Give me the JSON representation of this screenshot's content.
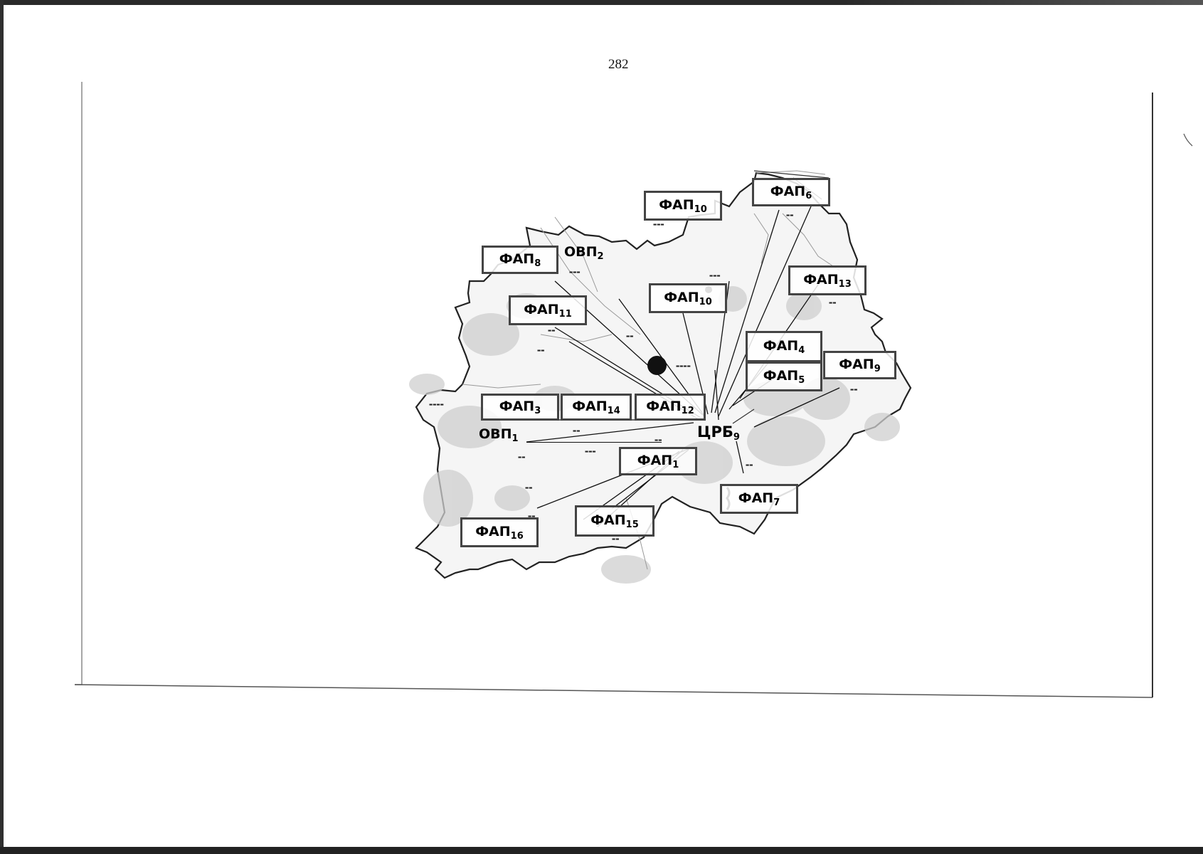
{
  "page_number": "282",
  "center": {
    "base": "ЦРБ",
    "sub": "9"
  },
  "facilities": [
    {
      "id": "fap10_top",
      "base": "ФАП",
      "sub": "10"
    },
    {
      "id": "fap6",
      "base": "ФАП",
      "sub": "6"
    },
    {
      "id": "fap8",
      "base": "ФАП",
      "sub": "8"
    },
    {
      "id": "fap13",
      "base": "ФАП",
      "sub": "13"
    },
    {
      "id": "fap10_mid",
      "base": "ФАП",
      "sub": "10"
    },
    {
      "id": "fap11",
      "base": "ФАП",
      "sub": "11"
    },
    {
      "id": "fap4",
      "base": "ФАП",
      "sub": "4"
    },
    {
      "id": "fap9",
      "base": "ФАП",
      "sub": "9"
    },
    {
      "id": "fap5",
      "base": "ФАП",
      "sub": "5"
    },
    {
      "id": "fap3",
      "base": "ФАП",
      "sub": "3"
    },
    {
      "id": "fap14",
      "base": "ФАП",
      "sub": "14"
    },
    {
      "id": "fap12",
      "base": "ФАП",
      "sub": "12"
    },
    {
      "id": "fap1",
      "base": "ФАП",
      "sub": "1"
    },
    {
      "id": "fap7",
      "base": "ФАП",
      "sub": "7"
    },
    {
      "id": "fap16",
      "base": "ФАП",
      "sub": "16"
    },
    {
      "id": "fap15",
      "base": "ФАП",
      "sub": "15"
    }
  ],
  "ovp": [
    {
      "id": "ovp2",
      "base": "ОВП",
      "sub": "2"
    },
    {
      "id": "ovp1",
      "base": "ОВП",
      "sub": "1"
    }
  ],
  "colors": {
    "ink": "#000000",
    "box_border": "#444444",
    "map_border": "#222222",
    "map_fill": "#f4f4f4",
    "terrain": "#c8c8c8"
  }
}
